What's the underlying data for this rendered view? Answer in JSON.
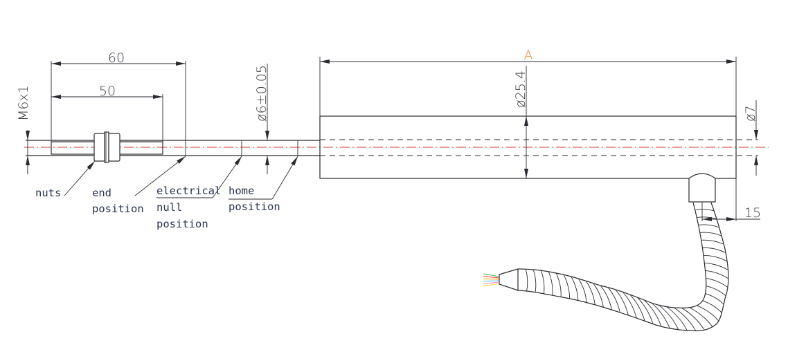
{
  "dimensions": {
    "overall_length": "A",
    "length_60": "60",
    "length_50": "50",
    "thread": "M6x1",
    "rod_diameter": "ø6±0.05",
    "body_diameter": "ø25.4",
    "bore_diameter": "ø7",
    "connector_offset": "15"
  },
  "labels": {
    "nuts": "nuts",
    "end_position": [
      "end",
      "position"
    ],
    "electrical_null_position": [
      "electrical",
      "null",
      "position"
    ],
    "home_position": [
      "home",
      "position"
    ]
  },
  "colors": {
    "line": "#2a2a30",
    "centerline": "#d23a2a",
    "dimension_A": "#e8803a",
    "wires": [
      "#4caf50",
      "#e53935",
      "#ff9800",
      "#4fc3f7",
      "#f48fb1",
      "#fdd835"
    ]
  }
}
